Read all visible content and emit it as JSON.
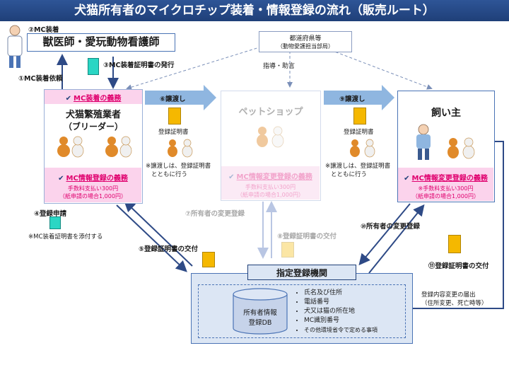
{
  "title": "犬猫所有者のマイクロチップ装着・情報登録の流れ（販売ルート）",
  "vet": {
    "step": "②MC装着",
    "label": "獣医師・愛玩動物看護師"
  },
  "step1": "①MC装着依頼",
  "step3": "③MC装着証明書の発行",
  "prefecture": {
    "line1": "都道府県等",
    "line2": "（動物愛護担当部局）",
    "guidance": "指導・助言"
  },
  "breeder": {
    "duty_top": "MC装着の義務",
    "name_line1": "犬猫繁殖業者",
    "name_line2": "（ブリーダー）",
    "duty_bottom": "MC情報登録の義務",
    "fee": "手数料支払い300円",
    "fee_paper": "（紙申請の場合1,000円）"
  },
  "step4": {
    "label": "④登録申請",
    "note": "※MC装着証明書を添付する"
  },
  "step5": "⑤登録証明書の交付",
  "step6": {
    "label": "⑥譲渡し",
    "cert": "登録証明書",
    "note_line1": "※譲渡しは、登録証明書",
    "note_line2": "とともに行う"
  },
  "petshop": {
    "name": "ペットショップ",
    "duty": "MC情報変更登録の義務",
    "fee": "手数料支払い300円",
    "fee_paper": "（紙申請の場合1,000円）"
  },
  "step7": "⑦所有者の変更登録",
  "step8": "⑧登録証明書の交付",
  "step9": {
    "label": "⑨譲渡し",
    "cert": "登録証明書",
    "note_line1": "※譲渡しは、登録証明書",
    "note_line2": "とともに行う"
  },
  "owner": {
    "name": "飼い主",
    "duty": "MC情報変更登録の義務",
    "fee": "※手数料支払い300円",
    "fee_paper": "（紙申請の場合1,000円）"
  },
  "step10": "⑩所有者の変更登録",
  "step11": "⑪登録証明書の交付",
  "change_notice": {
    "line1": "登録内容変更の届出",
    "line2": "（住所変更、死亡時等）"
  },
  "registry": {
    "title": "指定登録機関",
    "db_line1": "所有者情報",
    "db_line2": "登録DB",
    "items": [
      "氏名及び住所",
      "電話番号",
      "犬又は猫の所在地",
      "MC識別番号",
      "その他環境省令で定める事項"
    ]
  },
  "colors": {
    "title_bg": "#2e5597",
    "duty_red": "#e0006e",
    "pink_bg": "#fbd3ec",
    "cert_yellow": "#f5b800",
    "cert_cyan": "#2ad6c4",
    "arrow_light": "#8fb6e0"
  }
}
